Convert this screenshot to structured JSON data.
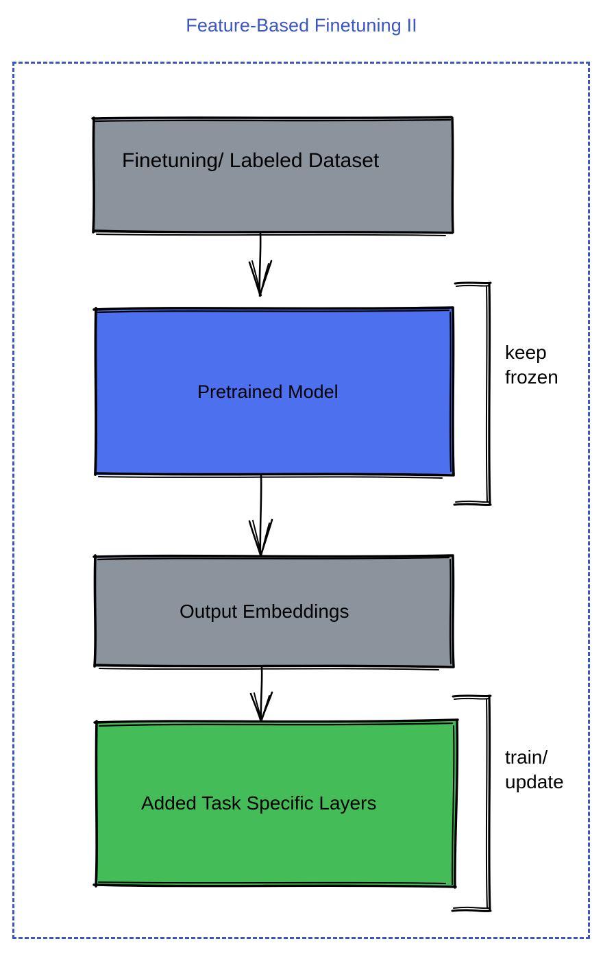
{
  "diagram": {
    "title": "Feature-Based Finetuning II",
    "title_color": "#3b56c4",
    "frame": {
      "style": "dashed",
      "color": "#3b56c4"
    },
    "nodes": [
      {
        "id": "dataset",
        "label": "Finetuning/ Labeled Dataset",
        "fill": "#8b939c",
        "stroke": "#000000"
      },
      {
        "id": "pretrained-model",
        "label": "Pretrained Model",
        "fill": "#4d70ef",
        "stroke": "#000000"
      },
      {
        "id": "output-embeddings",
        "label": "Output Embeddings",
        "fill": "#8b939c",
        "stroke": "#000000"
      },
      {
        "id": "task-layers",
        "label": "Added Task Specific Layers",
        "fill": "#44bd58",
        "stroke": "#000000"
      }
    ],
    "brackets": [
      {
        "id": "keep-frozen",
        "line1": "keep",
        "line2": "frozen",
        "text": "keep\nfrozen",
        "target": "pretrained-model"
      },
      {
        "id": "train-update",
        "line1": "train/",
        "line2": "update",
        "text": "train/\nupdate",
        "target": "task-layers"
      }
    ],
    "arrows": [
      {
        "id": "dataset-to-model",
        "from": "dataset",
        "to": "pretrained-model"
      },
      {
        "id": "model-to-embeddings",
        "from": "pretrained-model",
        "to": "output-embeddings"
      },
      {
        "id": "embeddings-to-task-layers",
        "from": "output-embeddings",
        "to": "task-layers"
      }
    ]
  }
}
